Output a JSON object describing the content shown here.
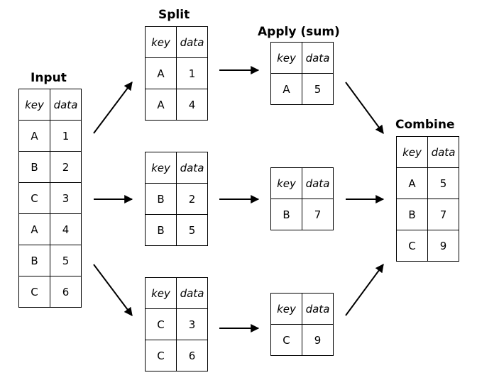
{
  "headers": [
    "key",
    "data"
  ],
  "stages": {
    "input": {
      "title": "Input",
      "rows": [
        [
          "A",
          "1"
        ],
        [
          "B",
          "2"
        ],
        [
          "C",
          "3"
        ],
        [
          "A",
          "4"
        ],
        [
          "B",
          "5"
        ],
        [
          "C",
          "6"
        ]
      ]
    },
    "split": [
      {
        "title": "Split",
        "rows": [
          [
            "A",
            "1"
          ],
          [
            "A",
            "4"
          ]
        ]
      },
      {
        "title": "",
        "rows": [
          [
            "B",
            "2"
          ],
          [
            "B",
            "5"
          ]
        ]
      },
      {
        "title": "",
        "rows": [
          [
            "C",
            "3"
          ],
          [
            "C",
            "6"
          ]
        ]
      }
    ],
    "apply": [
      {
        "title": "Apply (sum)",
        "rows": [
          [
            "A",
            "5"
          ]
        ]
      },
      {
        "title": "",
        "rows": [
          [
            "B",
            "7"
          ]
        ]
      },
      {
        "title": "",
        "rows": [
          [
            "C",
            "9"
          ]
        ]
      }
    ],
    "combine": {
      "title": "Combine",
      "rows": [
        [
          "A",
          "5"
        ],
        [
          "B",
          "7"
        ],
        [
          "C",
          "9"
        ]
      ]
    }
  }
}
